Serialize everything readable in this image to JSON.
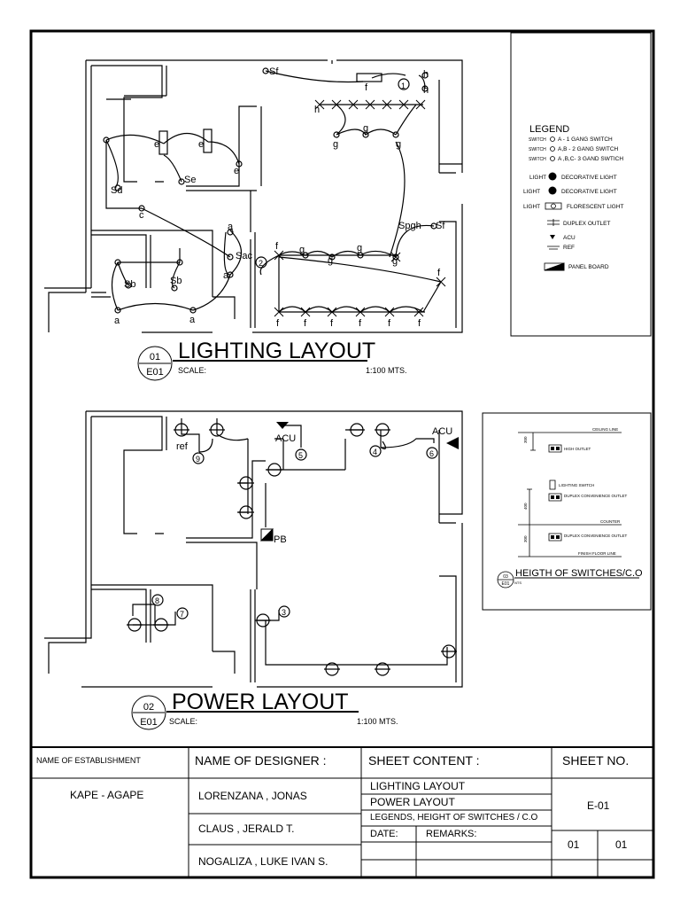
{
  "lighting": {
    "title": "LIGHTING LAYOUT",
    "detail_no": "01",
    "sheet_ref": "E01",
    "scale_label": "SCALE:",
    "scale_value": "1:100 MTS.",
    "labels": {
      "sf": "Sf",
      "f": "f",
      "h": "h",
      "g": "g",
      "e": "e",
      "sd": "Sd",
      "se": "Se",
      "c": "c",
      "a": "a",
      "sac": "Sac",
      "sb": "Sb",
      "spgh": "Spgh",
      "circuit1": "1",
      "circuit2": "2"
    }
  },
  "power": {
    "title": "POWER LAYOUT",
    "detail_no": "02",
    "sheet_ref": "E01",
    "scale_label": "SCALE:",
    "scale_value": "1:100 MTS.",
    "labels": {
      "ref": "ref",
      "acu": "ACU",
      "pb": "PB",
      "c3": "3",
      "c4": "4",
      "c5": "5",
      "c6": "6",
      "c7": "7",
      "c8": "8",
      "c9": "9"
    }
  },
  "legend": {
    "title": "LEGEND",
    "switch_prefix": "SWITCH",
    "light_prefix": "LIGHT",
    "items": [
      "A - 1 GANG SWITCH",
      "A,B - 2 GANG SWITCH",
      "A ,B,C- 3 GAND SWTICH",
      "DECORATIVE LIGHT",
      "DECORATIVE LIGHT",
      "FLORESCENT LIGHT",
      "DUPLEX OUTLET",
      "ACU",
      "REF",
      "PANEL BOARD"
    ]
  },
  "heights": {
    "title": "HEIGTH OF SWITCHES/C.O",
    "detail_no": "03",
    "sheet_ref": "E01",
    "note": "NTS",
    "ceiling_line": "CEILING LINE",
    "high_outlet": "HIGH OUTLET",
    "lighting_switch": "LIGHTING SWITCH",
    "duplex_outlet_1": "DUPLEX CONVENIENCE OUTLET",
    "counter": "COUNTER",
    "duplex_outlet_2": "DUPLEX CONVENIENCE OUTLET",
    "finish_floor": "FINISH FLOOR LINE",
    "dim_1": "300",
    "dim_2": "400",
    "dim_3": "300"
  },
  "titleblock": {
    "establishment_header": "NAME OF ESTABLISHMENT",
    "designer_header": "NAME OF DESIGNER :",
    "content_header": "SHEET CONTENT :",
    "sheet_no_header": "SHEET NO.",
    "establishment": "KAPE - AGAPE",
    "designers": [
      "LORENZANA , JONAS",
      "CLAUS , JERALD T.",
      "NOGALIZA , LUKE IVAN S."
    ],
    "contents": [
      "LIGHTING LAYOUT",
      "POWER LAYOUT",
      "LEGENDS, HEIGHT OF SWITCHES / C.O"
    ],
    "date_label": "DATE:",
    "remarks_label": "REMARKS:",
    "sheet_no": "E-01",
    "sheet_index": "01",
    "sheet_total": "01"
  }
}
